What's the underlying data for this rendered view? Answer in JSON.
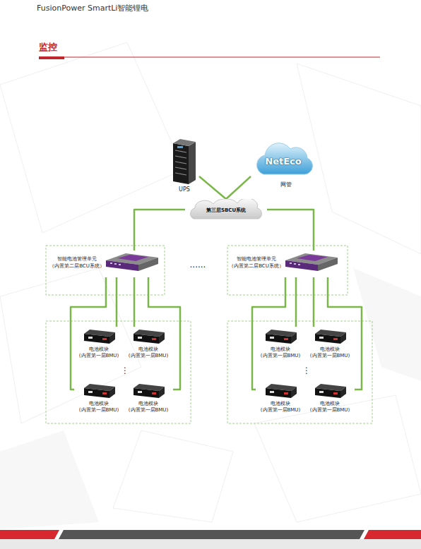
{
  "diagram": {
    "title": "监控",
    "nodes": [
      {
        "text": [
          "UPS"
        ]
      },
      {
        "text": [
          "NetEco",
          "网管"
        ]
      },
      {
        "text": [
          "第三层SBCU系统"
        ]
      },
      {
        "text": [
          "智能电池管理单元 （内置第二层BCU系统）"
        ]
      },
      {
        "text": [
          "智能电池管理单元 （内置第二层BCU系统）"
        ]
      },
      {
        "text": [
          "电池模块 (内置第一层BMU)"
        ]
      },
      {
        "text": [
          "电池模块 (内置第一层BMU)"
        ]
      },
      {
        "text": [
          "电池模块 (内置第一层BMU)"
        ]
      },
      {
        "text": [
          "电池模块 (内置第一层BMU)"
        ]
      },
      {
        "text": [
          "电池模块 (内置第一层BMU)"
        ]
      },
      {
        "text": [
          "电池模块 (内置第一层BMU)"
        ]
      },
      {
        "text": [
          "电池模块 (内置第一层BMU)"
        ]
      },
      {
        "text": [
          "电池模块 (内置第一层BMU)"
        ]
      }
    ],
    "edges": [
      {
        "from": 0,
        "to": 2,
        "arrow": "none"
      },
      {
        "from": 1,
        "to": 2,
        "arrow": "none"
      },
      {
        "from": 2,
        "to": 3,
        "arrow": "none"
      },
      {
        "from": 2,
        "to": 4,
        "arrow": "none"
      },
      {
        "from": 3,
        "to": 5,
        "arrow": "none"
      },
      {
        "from": 3,
        "to": 6,
        "arrow": "none"
      },
      {
        "from": 3,
        "to": 7,
        "arrow": "none"
      },
      {
        "from": 3,
        "to": 8,
        "arrow": "none"
      },
      {
        "from": 4,
        "to": 9,
        "arrow": "none"
      },
      {
        "from": 4,
        "to": 10,
        "arrow": "none"
      },
      {
        "from": 4,
        "to": 11,
        "arrow": "none"
      },
      {
        "from": 4,
        "to": 12,
        "arrow": "none"
      }
    ],
    "labels": [
      "FusionPower SmartLi智能锂电",
      "......",
      "⋮",
      "⋮"
    ]
  }
}
